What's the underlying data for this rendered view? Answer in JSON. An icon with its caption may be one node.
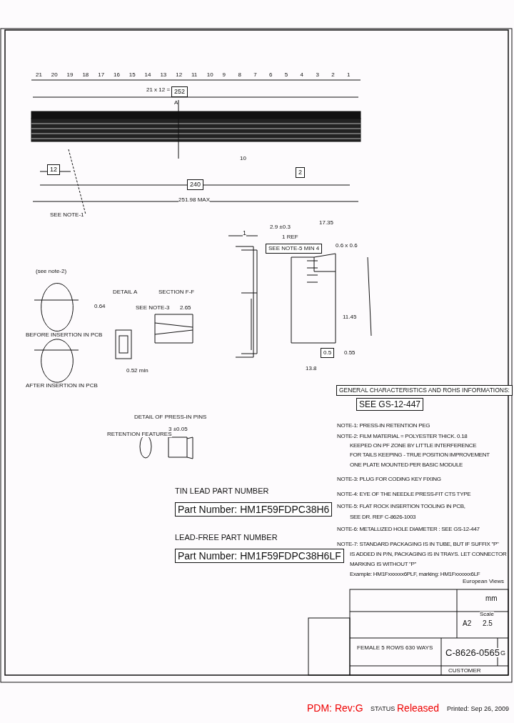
{
  "diagram": {
    "nodes": [
      {
        "text": [
          "252"
        ]
      },
      {
        "text": [
          "12"
        ]
      },
      {
        "text": [
          "240"
        ]
      },
      {
        "text": [
          "2"
        ]
      },
      {
        "text": [
          "SEE NOTE-5 MIN 4"
        ]
      },
      {
        "text": [
          "0.5"
        ]
      },
      {
        "text": [
          "GENERAL CHARACTERISTICS AND ROHS INFORMATIONS:"
        ]
      },
      {
        "text": [
          "SEE GS-12-447"
        ]
      },
      {
        "text": [
          "Part Number: HM1F59FDPC38H6"
        ]
      },
      {
        "text": [
          "Part Number: HM1F59FDPC38H6LF"
        ]
      }
    ],
    "labels": [
      "21",
      "20",
      "19",
      "18",
      "17",
      "16",
      "15",
      "14",
      "13",
      "12",
      "11",
      "10",
      "9",
      "8",
      "7",
      "6",
      "5",
      "4",
      "3",
      "2",
      "1",
      "21 x 12 =",
      "A",
      "10",
      "251.98 MAX",
      "SEE NOTE-1",
      "(see note-2)",
      "BEFORE INSERTION IN PCB",
      "AFTER INSERTION IN PCB",
      "DETAIL A",
      "SECTION F-F",
      "0.64",
      "SEE NOTE-3",
      "2.65",
      "0.52 min",
      "1",
      "2.9 ±0.3",
      "17.35",
      "1 REF",
      "0.6 x 0.6",
      "11.45",
      "0.55",
      "13.8",
      "DETAIL OF PRESS-IN PINS",
      "3 ±0.05",
      "RETENTION FEATURES",
      "NOTE-1: PRESS-IN RETENTION PEG",
      "NOTE-2: FILM MATERIAL = POLYESTER THICK. 0.18",
      "KEEPED ON PF ZONE BY LITTLE INTERFERENCE",
      "FOR TAILS KEEPING - TRUE POSITION IMPROVEMENT",
      "ONE PLATE MOUNTED PER BASIC MODULE",
      "NOTE-3: PLUG FOR CODING KEY FIXING",
      "NOTE-4: EYE OF THE NEEDLE PRESS-FIT CTS TYPE",
      "NOTE-5: FLAT ROCK INSERTION TOOLING IN PCB,",
      "SEE DR. REF C-8626-1003",
      "NOTE-6: METALLIZED HOLE DIAMETER : SEE GS-12-447",
      "NOTE-7: STANDARD PACKAGING IS IN TUBE, BUT IF SUFFIX \"P\"",
      "IS ADDED IN P/N, PACKAGING IS IN TRAYS. LET CONNECTOR",
      "MARKING IS WITHOUT \"P\"",
      "Example: HM1Fxxxxxx6PLF, marking: HM1Fxxxxxx6LF",
      "TIN LEAD PART NUMBER",
      "LEAD-FREE PART NUMBER",
      "European Views",
      "mm",
      "A2",
      "Scale",
      "2.5",
      "FEMALE 5 ROWS 630 WAYS",
      "C-8626-0565",
      "G",
      "CUSTOMER",
      "PDM: Rev:G",
      "STATUS",
      "Released",
      "Printed: Sep 26, 2009"
    ]
  }
}
